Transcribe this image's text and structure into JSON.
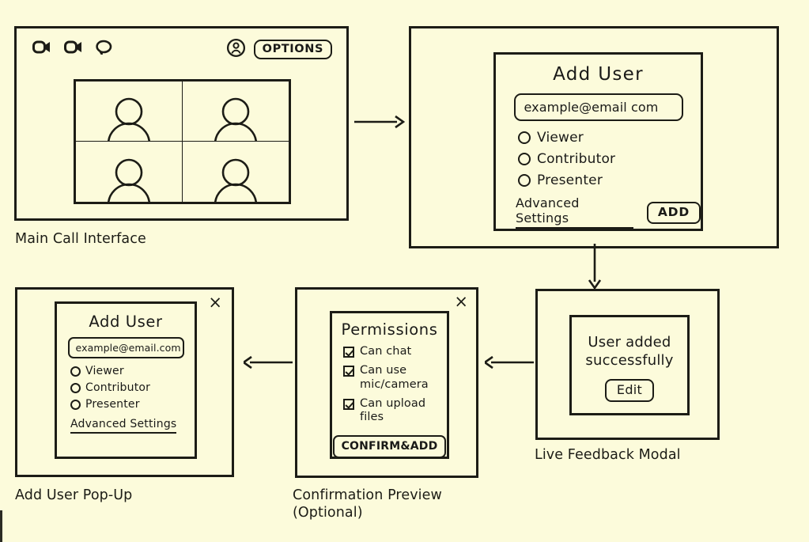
{
  "page": {
    "background_color": "#FCFBDB",
    "ink_color": "#1c1c16",
    "title": "Add User Flow Wireframe"
  },
  "main_call_interface": {
    "caption": "Main Call Interface",
    "toolbar": {
      "icons": [
        "video-camera-icon",
        "video-camera-icon",
        "chat-bubble-icon"
      ],
      "account_icon": "person-circle-icon",
      "options_label": "OPTIONS"
    },
    "video_grid": {
      "tiles": [
        "participant-1",
        "participant-2",
        "participant-3",
        "participant-4"
      ],
      "tile_count": 4
    }
  },
  "add_user_panel": {
    "title": "Add User",
    "email_value": "example@email com",
    "email_placeholder": "example@email com",
    "roles": [
      {
        "label": "Viewer",
        "selected": false
      },
      {
        "label": "Contributor",
        "selected": false
      },
      {
        "label": "Presenter",
        "selected": false
      }
    ],
    "advanced_settings_label": "Advanced Settings",
    "add_button_label": "ADD"
  },
  "live_feedback_modal": {
    "caption": "Live Feedback Modal",
    "message": "User added\nsuccessfully",
    "edit_button_label": "Edit"
  },
  "confirmation_preview": {
    "caption": "Confirmation Preview\n(Optional)",
    "close_label": "×",
    "title": "Permissions",
    "permissions": [
      {
        "label": "Can chat",
        "checked": true
      },
      {
        "label": "Can use\nmic/camera",
        "checked": true
      },
      {
        "label": "Can upload files",
        "checked": true
      }
    ],
    "confirm_button_label": "CONFIRM&ADD"
  },
  "add_user_popup": {
    "caption": "Add User Pop-Up",
    "close_label": "×",
    "title": "Add User",
    "email_value": "example@email.com",
    "email_placeholder": "example@email.com",
    "roles": [
      {
        "label": "Viewer",
        "selected": false
      },
      {
        "label": "Contributor",
        "selected": false
      },
      {
        "label": "Presenter",
        "selected": false
      }
    ],
    "advanced_settings_label": "Advanced Settings"
  },
  "flow_arrows": [
    {
      "name": "call-to-add-user",
      "direction": "right"
    },
    {
      "name": "add-user-to-feedback",
      "direction": "down"
    },
    {
      "name": "feedback-to-confirmation",
      "direction": "left"
    },
    {
      "name": "confirmation-to-popup",
      "direction": "left"
    }
  ]
}
